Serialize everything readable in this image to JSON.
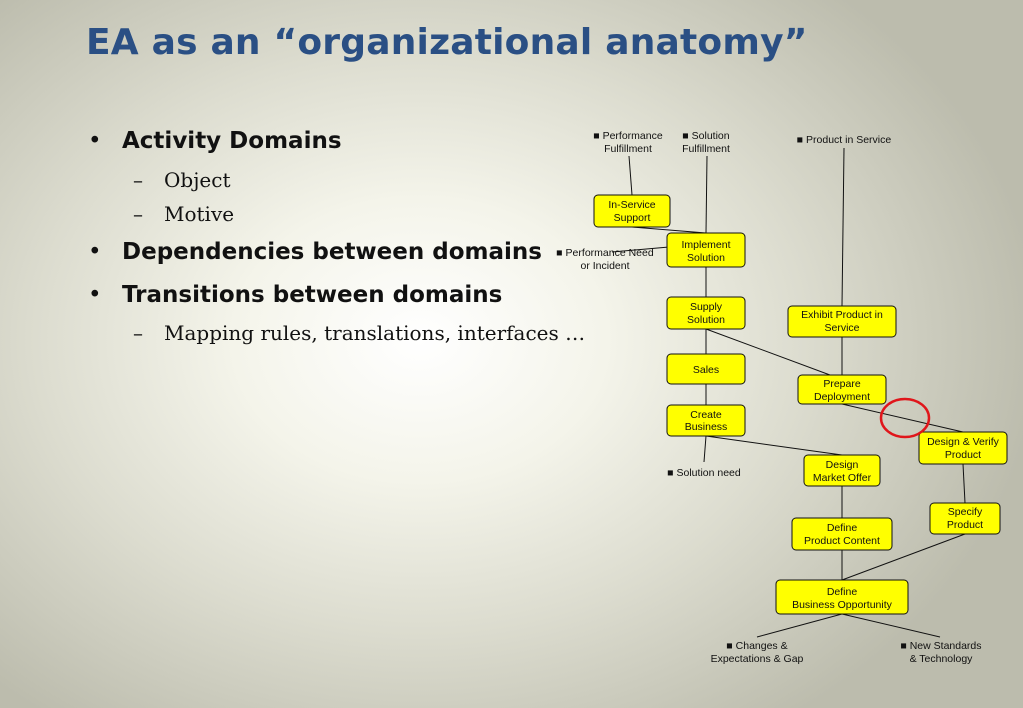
{
  "slide": {
    "title": "EA as an “organizational anatomy”",
    "bullets": [
      {
        "text": "Activity Domains",
        "subs": [
          "Object",
          "Motive"
        ]
      },
      {
        "text": "Dependencies between domains",
        "subs": []
      },
      {
        "text": "Transitions between domains",
        "subs": [
          "Mapping rules, translations, interfaces …"
        ]
      }
    ]
  },
  "colors": {
    "title": "#2a4f84",
    "node_fill": "#ffff00",
    "highlight_circle": "#e0161b"
  },
  "diagram": {
    "external_labels": [
      {
        "id": "perf-fulfillment",
        "lines": [
          "■ Performance",
          "Fulfillment"
        ]
      },
      {
        "id": "solution-fulfillment",
        "lines": [
          "■ Solution",
          "Fulfillment"
        ]
      },
      {
        "id": "product-in-service",
        "lines": [
          "■ Product in Service"
        ]
      },
      {
        "id": "perf-need",
        "lines": [
          "■ Performance Need",
          "or Incident"
        ]
      },
      {
        "id": "solution-need",
        "lines": [
          "■ Solution need"
        ]
      },
      {
        "id": "changes",
        "lines": [
          "■ Changes &",
          "Expectations & Gap"
        ]
      },
      {
        "id": "new-standards",
        "lines": [
          "■ New Standards",
          "& Technology"
        ]
      }
    ],
    "nodes": [
      {
        "id": "in-service-support",
        "lines": [
          "In-Service",
          "Support"
        ]
      },
      {
        "id": "implement-solution",
        "lines": [
          "Implement",
          "Solution"
        ]
      },
      {
        "id": "supply-solution",
        "lines": [
          "Supply",
          "Solution"
        ]
      },
      {
        "id": "sales",
        "lines": [
          "Sales"
        ]
      },
      {
        "id": "create-business",
        "lines": [
          "Create",
          "Business"
        ]
      },
      {
        "id": "exhibit-product",
        "lines": [
          "Exhibit Product in",
          "Service"
        ]
      },
      {
        "id": "prepare-deployment",
        "lines": [
          "Prepare",
          "Deployment"
        ]
      },
      {
        "id": "design-verify",
        "lines": [
          "Design & Verify",
          "Product"
        ]
      },
      {
        "id": "design-market-offer",
        "lines": [
          "Design",
          "Market Offer"
        ]
      },
      {
        "id": "specify-product",
        "lines": [
          "Specify",
          "Product"
        ]
      },
      {
        "id": "define-product-content",
        "lines": [
          "Define",
          "Product Content"
        ]
      },
      {
        "id": "define-business-opportunity",
        "lines": [
          "Define",
          "Business Opportunity"
        ]
      }
    ]
  }
}
